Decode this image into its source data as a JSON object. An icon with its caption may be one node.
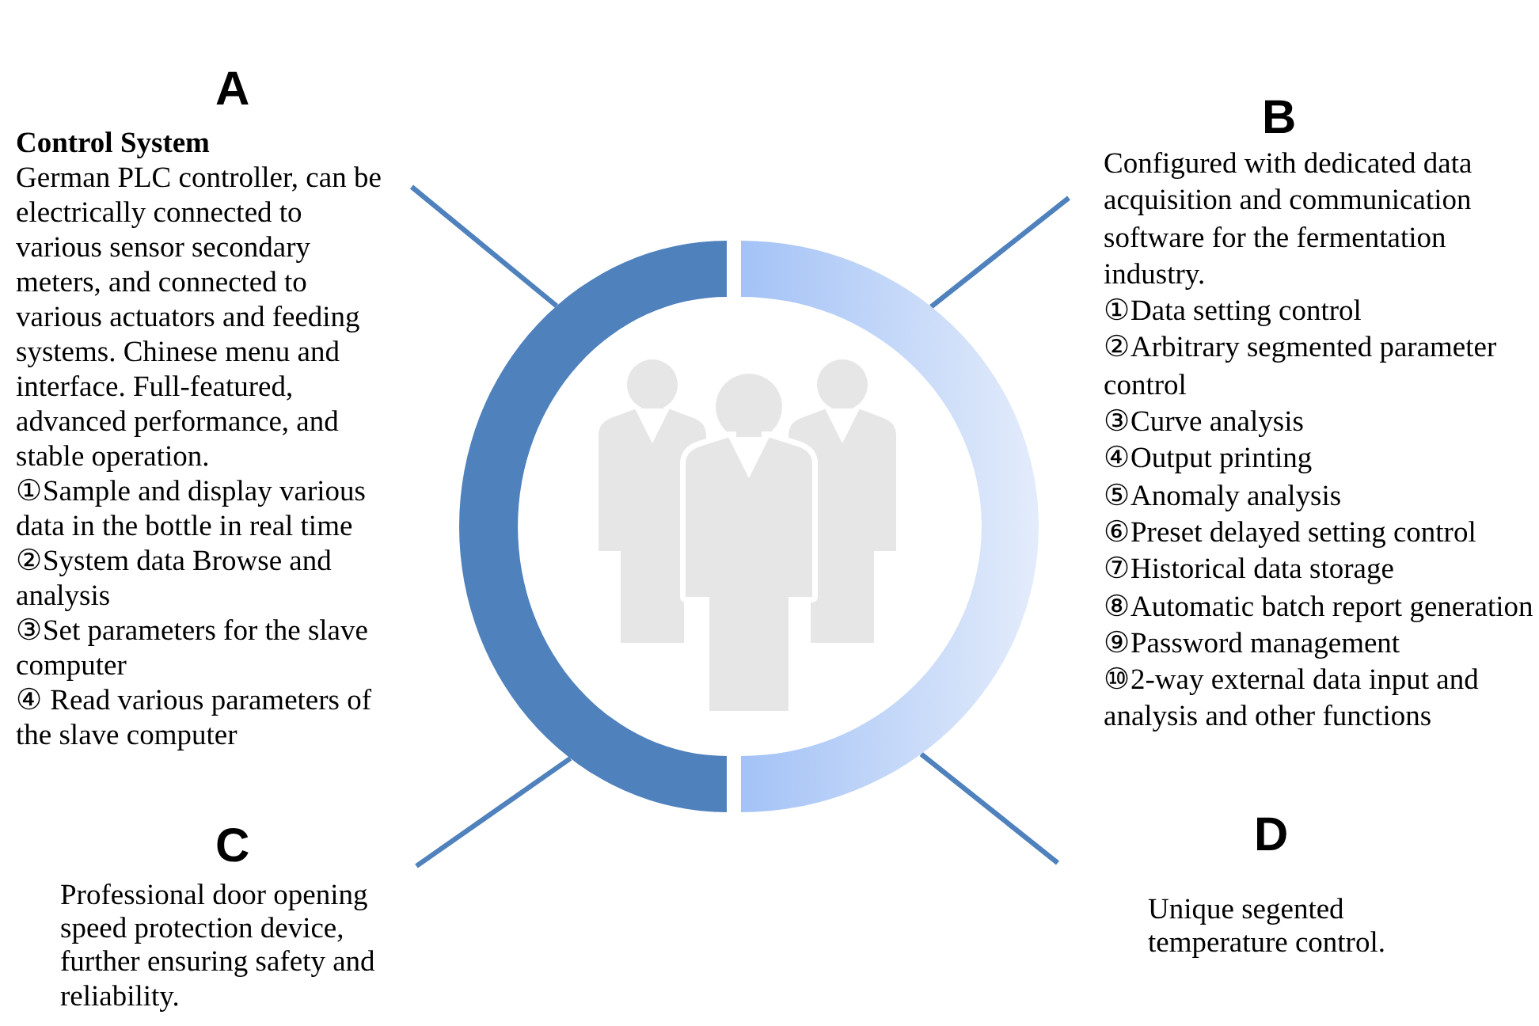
{
  "diagram": {
    "nodes": [
      {
        "text": [
          "A",
          "Control System",
          "German PLC controller, can be electrically connected to various sensor secondary meters, and connected to various actuators and feeding systems. Chinese menu and interface. Full-featured, advanced performance, and stable operation.",
          "①Sample and display various data in the bottle in real time",
          "②System data Browse and analysis",
          "③Set parameters for the slave computer",
          "④ Read various parameters of the slave computer"
        ]
      },
      {
        "text": [
          "B",
          "Configured with dedicated data acquisition and communication software for the fermentation industry.",
          "①Data setting control",
          "②Arbitrary segmented parameter control",
          "③Curve analysis",
          "④Output printing",
          "⑤Anomaly analysis",
          "⑥Preset delayed setting control",
          "⑦Historical data storage",
          "⑧Automatic batch report generation",
          "⑨Password management",
          "⑩2-way external data input and analysis and other functions"
        ]
      },
      {
        "text": [
          "C",
          "Professional door opening speed protection device, further ensuring safety and reliability."
        ]
      },
      {
        "text": [
          "D",
          "Unique segented temperature control."
        ]
      },
      {
        "text": [],
        "shape": "arc"
      },
      {
        "text": [],
        "shape": "arc"
      }
    ],
    "edges": [
      {
        "from": 0,
        "to": 4,
        "arrow": "none"
      },
      {
        "from": 1,
        "to": 5,
        "arrow": "none"
      },
      {
        "from": 2,
        "to": 4,
        "arrow": "none"
      },
      {
        "from": 3,
        "to": 5,
        "arrow": "none"
      }
    ]
  }
}
